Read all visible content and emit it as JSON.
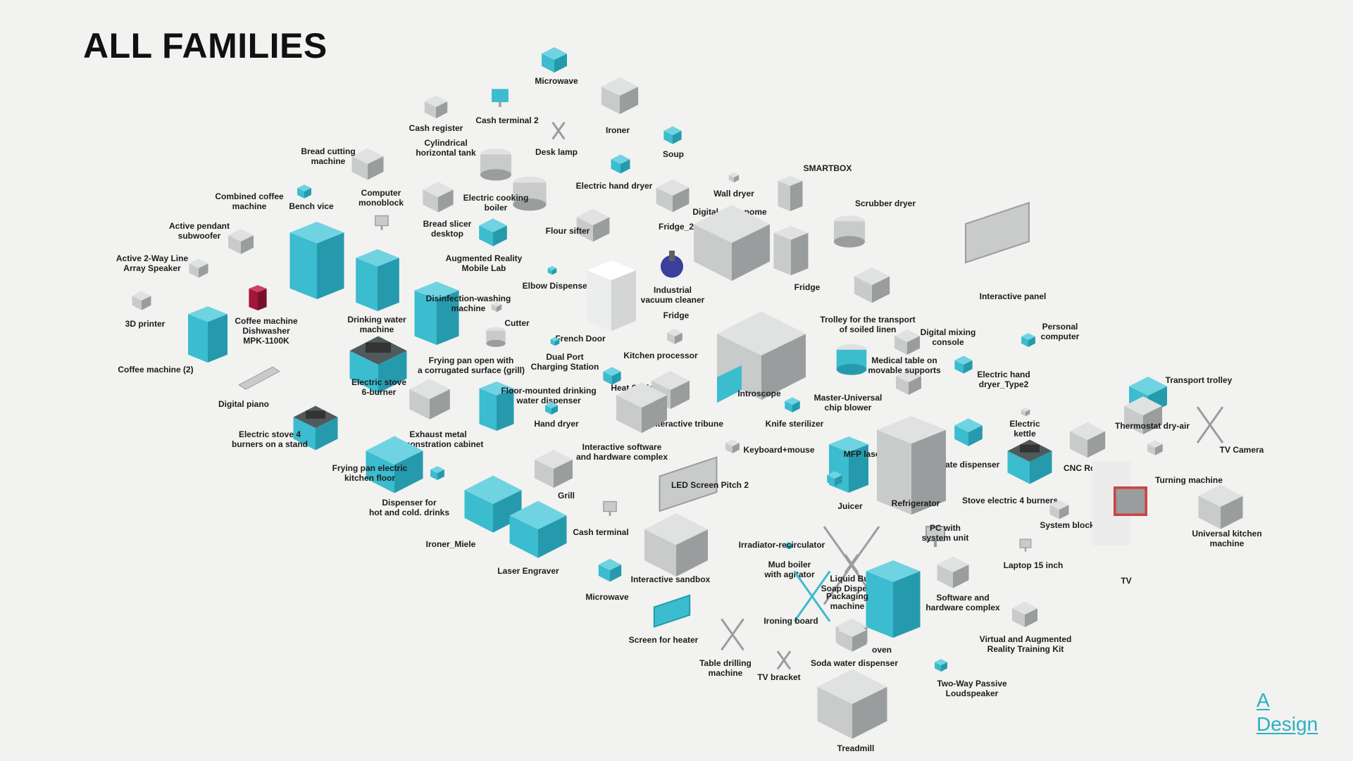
{
  "title": "ALL FAMILIES",
  "brand": {
    "line1": "A",
    "line2": "Design",
    "color": "#2bb0c4"
  },
  "colors": {
    "teal": "#3bbccf",
    "tealDark": "#259aac",
    "grey": "#c9cbcb",
    "greyDark": "#9a9d9e",
    "red": "#a3153a",
    "navy": "#3a3f9a"
  },
  "items": [
    {
      "label": "Microwave",
      "icon": "box-teal"
    },
    {
      "label": "Cash register",
      "icon": "register"
    },
    {
      "label": "Cash terminal 2",
      "icon": "monitor-teal"
    },
    {
      "label": "Ironer",
      "icon": "ironer"
    },
    {
      "label": "Desk lamp",
      "icon": "lamp"
    },
    {
      "label": "Soup",
      "icon": "cylinder-teal"
    },
    {
      "label": "Bread cutting\nmachine",
      "icon": "box-grey"
    },
    {
      "label": "Cylindrical\nhorizontal tank",
      "icon": "tank"
    },
    {
      "label": "SMARTBOX",
      "icon": "cabinet-grey"
    },
    {
      "label": "Electric hand dryer",
      "icon": "dryer-teal"
    },
    {
      "label": "Wall dryer",
      "icon": "small-grey"
    },
    {
      "label": "Combined coffee\nmachine",
      "icon": "small-teal"
    },
    {
      "label": "Bench vice",
      "icon": "tall-teal"
    },
    {
      "label": "Computer\nmonoblock",
      "icon": "monitor-grey"
    },
    {
      "label": "Electric cooking\nboiler",
      "icon": "boiler"
    },
    {
      "label": "Fridge_2",
      "icon": "box-grey"
    },
    {
      "label": "Digital metronome",
      "icon": "small-grey"
    },
    {
      "label": "Scrubber dryer",
      "icon": "scrubber"
    },
    {
      "label": "Active pendant\nsubwoofer",
      "icon": "box-grey"
    },
    {
      "label": "Bread slicer\ndesktop",
      "icon": "box-grey"
    },
    {
      "label": "Flour sifter",
      "icon": "box-grey"
    },
    {
      "label": "Active 2-Way Line\nArray Speaker",
      "icon": "box-grey"
    },
    {
      "label": "Augmented Reality\nMobile Lab",
      "icon": "tray-teal"
    },
    {
      "label": "Elbow Dispenser",
      "icon": "small-teal"
    },
    {
      "label": "Industrial\nvacuum cleaner",
      "icon": "vacuum"
    },
    {
      "label": "Fridge",
      "icon": "fridge-grey"
    },
    {
      "label": "Fridge",
      "icon": "box-grey"
    },
    {
      "label": "Interactive panel",
      "icon": "panel"
    },
    {
      "label": "3D printer",
      "icon": "box-grey"
    },
    {
      "label": "Coffee machine\nDishwasher\nMPK-1100K",
      "icon": "coffee-red"
    },
    {
      "label": "Drinking water\nmachine",
      "icon": "tall-teal"
    },
    {
      "label": "Disinfection-washing\nmachine",
      "icon": "tall-teal"
    },
    {
      "label": "Cutter",
      "icon": "small-grey"
    },
    {
      "label": "Trolley for the transport\nof soiled linen",
      "icon": "trolley"
    },
    {
      "label": "Digital mixing\nconsole",
      "icon": "console"
    },
    {
      "label": "Personal\ncomputer",
      "icon": "small-teal"
    },
    {
      "label": "French Door",
      "icon": "fridge-white"
    },
    {
      "label": "Dual Port\nCharging Station",
      "icon": "small-teal"
    },
    {
      "label": "Kitchen processor",
      "icon": "small-grey"
    },
    {
      "label": "Frying pan open with\na corrugated surface (grill)",
      "icon": "cylinder-grey"
    },
    {
      "label": "Medical table on\nmovable supports",
      "icon": "tray-grey"
    },
    {
      "label": "Electric hand\ndryer_Type2",
      "icon": "dryer-teal"
    },
    {
      "label": "Coffee machine (2)",
      "icon": "tall-teal"
    },
    {
      "label": "Electric stove\n6-burner",
      "icon": "stove"
    },
    {
      "label": "Floor-mounted drinking\nwater dispenser",
      "icon": "tall-teal"
    },
    {
      "label": "Heat Sealer",
      "icon": "small-teal"
    },
    {
      "label": "Introscope",
      "icon": "introscope"
    },
    {
      "label": "Master-Universal\nchip blower",
      "icon": "blower"
    },
    {
      "label": "Transport trolley",
      "icon": "box-teal"
    },
    {
      "label": "Digital piano",
      "icon": "piano"
    },
    {
      "label": "Electric\nkettle",
      "icon": "small-grey"
    },
    {
      "label": "Hand dryer",
      "icon": "small-teal"
    },
    {
      "label": "Interactive tribune",
      "icon": "tribune"
    },
    {
      "label": "Knife sterilizer",
      "icon": "small-teal"
    },
    {
      "label": "Thermostat dry-air",
      "icon": "box-grey"
    },
    {
      "label": "TV Camera",
      "icon": "camera"
    },
    {
      "label": "Electric stove 4\nburners on a stand",
      "icon": "stove"
    },
    {
      "label": "Exhaust metal\ndemonstration cabinet",
      "icon": "box-grey"
    },
    {
      "label": "Interactive software\nand hardware complex",
      "icon": "tilt-grey"
    },
    {
      "label": "Keyboard+mouse",
      "icon": "small-grey"
    },
    {
      "label": "MFP laser",
      "icon": "kiosk"
    },
    {
      "label": "Plate dispenser",
      "icon": "box-teal"
    },
    {
      "label": "CNC Router",
      "icon": "box-grey"
    },
    {
      "label": "Frying pan electric\nkitchen floor",
      "icon": "box-teal"
    },
    {
      "label": "Turning machine",
      "icon": "small-grey"
    },
    {
      "label": "LED Screen Pitch 2",
      "icon": "screen-grey"
    },
    {
      "label": "Grill",
      "icon": "box-grey"
    },
    {
      "label": "Refrigerator",
      "icon": "fridge-tall"
    },
    {
      "label": "Stove electric 4 burners",
      "icon": "stove"
    },
    {
      "label": "Dispenser for\nhot and cold. drinks",
      "icon": "small-teal"
    },
    {
      "label": "Juicer",
      "icon": "small-teal"
    },
    {
      "label": "System block",
      "icon": "box-grey"
    },
    {
      "label": "Universal kitchen\nmachine",
      "icon": "lathe"
    },
    {
      "label": "PC with\nsystem unit",
      "icon": "pc"
    },
    {
      "label": "Ironer_Miele",
      "icon": "ironer-teal"
    },
    {
      "label": "Cash terminal",
      "icon": "monitor-grey"
    },
    {
      "label": "Irradiator-recirculator",
      "icon": "small-teal"
    },
    {
      "label": "Laptop 15 inch",
      "icon": "laptop"
    },
    {
      "label": "TV",
      "icon": "tv"
    },
    {
      "label": "Laser Engraver",
      "icon": "engraver"
    },
    {
      "label": "Mud boiler\nwith agitator",
      "icon": "rack"
    },
    {
      "label": "Liquid Bulk\nSoap Dispenser",
      "icon": "rack"
    },
    {
      "label": "Interactive sandbox",
      "icon": "sandbox"
    },
    {
      "label": "Microwave",
      "icon": "box-teal"
    },
    {
      "label": "Packaging\nmachine",
      "icon": "tall-teal"
    },
    {
      "label": "Software and\nhardware complex",
      "icon": "tilt-grey"
    },
    {
      "label": "Ironing board",
      "icon": "ironing-board"
    },
    {
      "label": "Screen for heater",
      "icon": "screen-teal"
    },
    {
      "label": "Virtual and Augmented\nReality Training Kit",
      "icon": "box-grey"
    },
    {
      "label": "oven",
      "icon": "box-grey"
    },
    {
      "label": "Table drilling\nmachine",
      "icon": "drill"
    },
    {
      "label": "Soda water dispenser",
      "icon": "box-grey"
    },
    {
      "label": "TV bracket",
      "icon": "bracket"
    },
    {
      "label": "Two-Way Passive\nLoudspeaker",
      "icon": "small-teal"
    },
    {
      "label": "Treadmill",
      "icon": "treadmill"
    }
  ]
}
